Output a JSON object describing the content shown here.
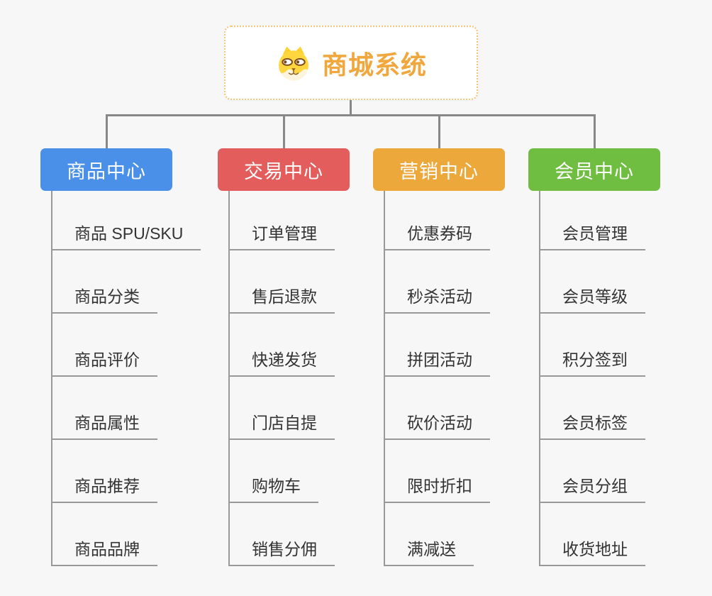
{
  "root": {
    "title": "商城系统",
    "icon": "dog-face-icon"
  },
  "branches": [
    {
      "label": "商品中心",
      "color": "#4a90e8",
      "items": [
        "商品 SPU/SKU",
        "商品分类",
        "商品评价",
        "商品属性",
        "商品推荐",
        "商品品牌"
      ]
    },
    {
      "label": "交易中心",
      "color": "#e25d5c",
      "items": [
        "订单管理",
        "售后退款",
        "快递发货",
        "门店自提",
        "购物车",
        "销售分佣"
      ]
    },
    {
      "label": "营销中心",
      "color": "#eda83c",
      "items": [
        "优惠券码",
        "秒杀活动",
        "拼团活动",
        "砍价活动",
        "限时折扣",
        "满减送"
      ]
    },
    {
      "label": "会员中心",
      "color": "#6fbe41",
      "items": [
        "会员管理",
        "会员等级",
        "积分签到",
        "会员标签",
        "会员分组",
        "收货地址"
      ]
    }
  ],
  "colors": {
    "background": "#f7f7f7",
    "root_title": "#f0a73e",
    "root_border": "#f5c478",
    "connector": "#888888",
    "leaf_line": "#999999",
    "leaf_text": "#333333"
  }
}
